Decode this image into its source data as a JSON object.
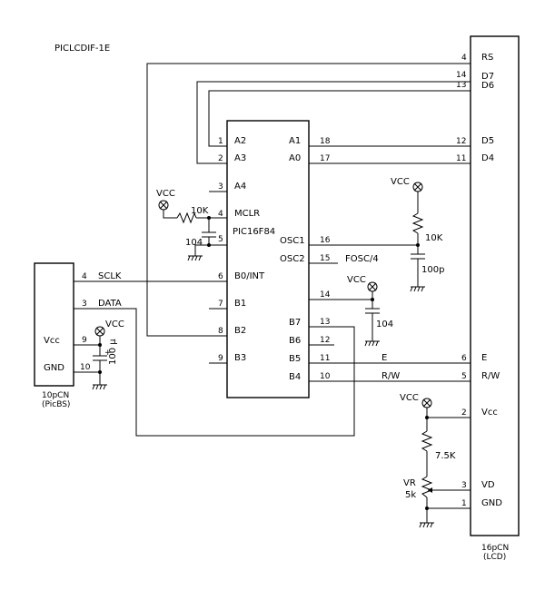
{
  "title": "PICLCDIF-1E",
  "pic": {
    "part": "PIC16F84",
    "left_pins": [
      {
        "num": "1",
        "name": "A2"
      },
      {
        "num": "2",
        "name": "A3"
      },
      {
        "num": "3",
        "name": "A4"
      },
      {
        "num": "4",
        "name": "MCLR"
      },
      {
        "num": "5",
        "name": ""
      },
      {
        "num": "6",
        "name": "B0/INT"
      },
      {
        "num": "7",
        "name": "B1"
      },
      {
        "num": "8",
        "name": "B2"
      },
      {
        "num": "9",
        "name": "B3"
      }
    ],
    "right_pins": [
      {
        "num": "18",
        "name": "A1"
      },
      {
        "num": "17",
        "name": "A0"
      },
      {
        "num": "16",
        "name": "OSC1"
      },
      {
        "num": "15",
        "name": "OSC2"
      },
      {
        "num": "14",
        "name": ""
      },
      {
        "num": "13",
        "name": "B7"
      },
      {
        "num": "12",
        "name": "B6"
      },
      {
        "num": "11",
        "name": "B5"
      },
      {
        "num": "10",
        "name": "B4"
      }
    ]
  },
  "lcd": {
    "connector": "16pCN",
    "sub": "(LCD)",
    "pins": [
      {
        "num": "4",
        "name": "RS"
      },
      {
        "num": "14",
        "name": "D7"
      },
      {
        "num": "13",
        "name": "D6"
      },
      {
        "num": "12",
        "name": "D5"
      },
      {
        "num": "11",
        "name": "D4"
      },
      {
        "num": "6",
        "name": "E"
      },
      {
        "num": "5",
        "name": "R/W"
      },
      {
        "num": "2",
        "name": "Vcc"
      },
      {
        "num": "3",
        "name": "VD"
      },
      {
        "num": "1",
        "name": "GND"
      }
    ]
  },
  "picbs": {
    "connector": "10pCN",
    "sub": "(PicBS)",
    "pins": [
      {
        "num": "4",
        "name": "SCLK"
      },
      {
        "num": "3",
        "name": "DATA"
      },
      {
        "num": "9",
        "name": "Vcc"
      },
      {
        "num": "10",
        "name": "GND"
      }
    ]
  },
  "nets": {
    "e": "E",
    "rw": "R/W",
    "fosc": "FOSC/4"
  },
  "components": {
    "vcc": "VCC",
    "r_mclr": "10K",
    "c_mclr": "104",
    "r_osc": "10K",
    "c_osc": "100p",
    "c_pin14": "104",
    "r_lcd": "7.5K",
    "vr_label": "VR",
    "vr_value": "5k",
    "c_picbs_value": "100",
    "c_picbs_unit": "μ"
  },
  "colors": {
    "ink": "#000000",
    "paper": "#ffffff"
  }
}
